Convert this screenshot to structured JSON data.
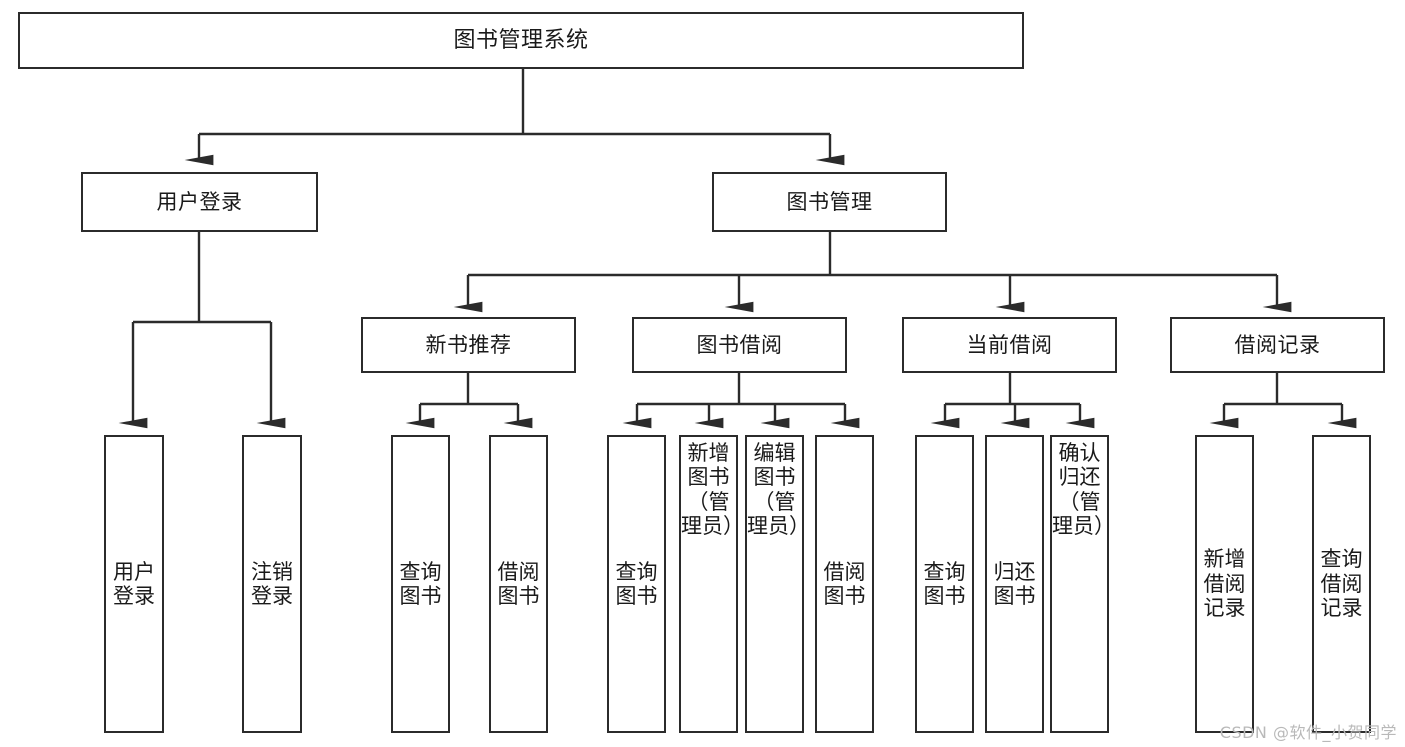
{
  "diagram": {
    "type": "hierarchy-tree",
    "title": "图书管理系统",
    "orientation": "top-down",
    "colors": {
      "box_border": "#2b2b2b",
      "box_fill": "#ffffff",
      "connector": "#2b2b2b",
      "text": "#1a1a1a",
      "watermark": "#b9b9b9"
    },
    "root": {
      "id": "root",
      "label": "图书管理系统",
      "text_orientation": "horizontal"
    },
    "level2": [
      {
        "id": "user-login",
        "label": "用户登录",
        "text_orientation": "horizontal"
      },
      {
        "id": "book-manage",
        "label": "图书管理",
        "text_orientation": "horizontal"
      }
    ],
    "level3": [
      {
        "id": "new-book-rec",
        "label": "新书推荐",
        "text_orientation": "horizontal",
        "parent": "book-manage"
      },
      {
        "id": "book-borrow",
        "label": "图书借阅",
        "text_orientation": "horizontal",
        "parent": "book-manage"
      },
      {
        "id": "current-borrow",
        "label": "当前借阅",
        "text_orientation": "horizontal",
        "parent": "book-manage"
      },
      {
        "id": "borrow-record",
        "label": "借阅记录",
        "text_orientation": "horizontal",
        "parent": "book-manage"
      }
    ],
    "leaves": [
      {
        "id": "leaf-user-login",
        "label": "用户登录",
        "parent": "user-login",
        "text_orientation": "vertical"
      },
      {
        "id": "leaf-user-logout",
        "label": "注销登录",
        "parent": "user-login",
        "text_orientation": "vertical"
      },
      {
        "id": "leaf-query-book-1",
        "label": "查询图书",
        "parent": "new-book-rec",
        "text_orientation": "vertical"
      },
      {
        "id": "leaf-borrow-book-1",
        "label": "借阅图书",
        "parent": "new-book-rec",
        "text_orientation": "vertical"
      },
      {
        "id": "leaf-query-book-2",
        "label": "查询图书",
        "parent": "book-borrow",
        "text_orientation": "vertical"
      },
      {
        "id": "leaf-add-book",
        "label": "新增图书（管理员）",
        "parent": "book-borrow",
        "text_orientation": "vertical"
      },
      {
        "id": "leaf-edit-book",
        "label": "编辑图书（管理员）",
        "parent": "book-borrow",
        "text_orientation": "vertical"
      },
      {
        "id": "leaf-borrow-book-2",
        "label": "借阅图书",
        "parent": "book-borrow",
        "text_orientation": "vertical"
      },
      {
        "id": "leaf-query-book-3",
        "label": "查询图书",
        "parent": "current-borrow",
        "text_orientation": "vertical"
      },
      {
        "id": "leaf-return-book",
        "label": "归还图书",
        "parent": "current-borrow",
        "text_orientation": "vertical"
      },
      {
        "id": "leaf-confirm-return",
        "label": "确认归还（管理员）",
        "parent": "current-borrow",
        "text_orientation": "vertical"
      },
      {
        "id": "leaf-add-record",
        "label": "新增借阅记录",
        "parent": "borrow-record",
        "text_orientation": "vertical"
      },
      {
        "id": "leaf-query-record",
        "label": "查询借阅记录",
        "parent": "borrow-record",
        "text_orientation": "vertical"
      }
    ]
  },
  "watermark": {
    "text": "CSDN @软件_小贺同学"
  }
}
